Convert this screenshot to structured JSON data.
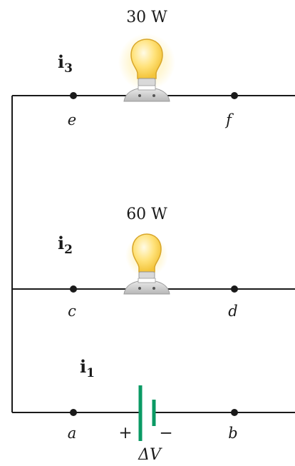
{
  "diagram": {
    "bulbs": [
      {
        "power_label": "30 W"
      },
      {
        "power_label": "60 W"
      }
    ],
    "currents": [
      {
        "symbol": "i",
        "subscript": "3"
      },
      {
        "symbol": "i",
        "subscript": "2"
      },
      {
        "symbol": "i",
        "subscript": "1"
      }
    ],
    "nodes": {
      "a": "a",
      "b": "b",
      "c": "c",
      "d": "d",
      "e": "e",
      "f": "f"
    },
    "battery": {
      "plus": "+",
      "minus": "−",
      "voltage_label": "ΔV"
    },
    "colors": {
      "wire": "#1a1a1a",
      "battery": "#0a9a64",
      "bulb_glass": "#ffe27a",
      "bulb_glow": "#fff3c2",
      "bulb_outline": "#d8a62a",
      "bulb_base": "#c9c9c9"
    }
  }
}
